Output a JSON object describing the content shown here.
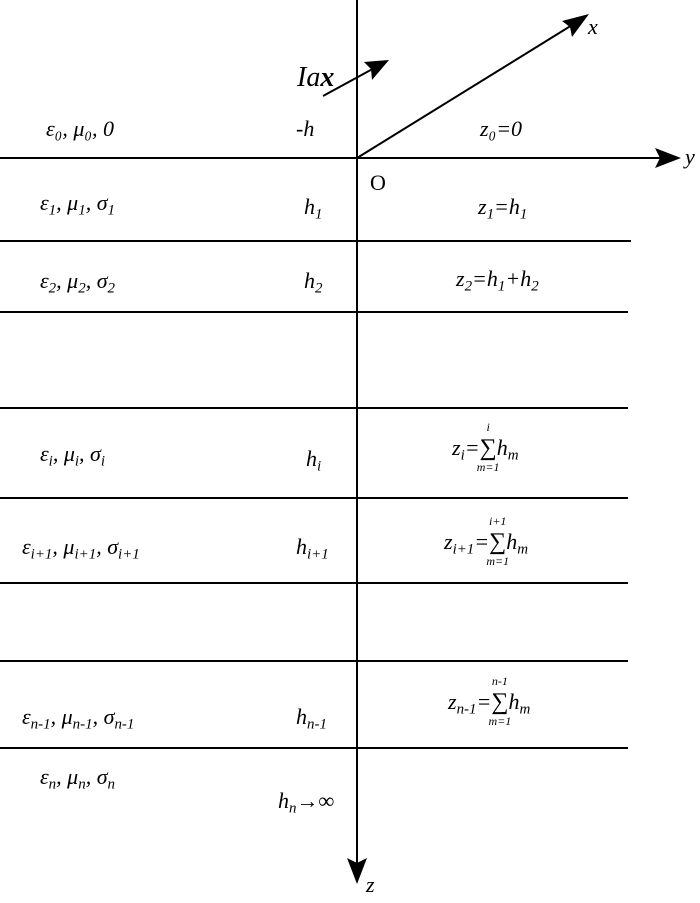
{
  "axes": {
    "x": "x",
    "y": "y",
    "z": "z",
    "origin": "O"
  },
  "source": {
    "label_prefix": "Ia",
    "label_vec": "x"
  },
  "layer0": {
    "props": "ε₀, μ₀, 0",
    "thickness": "-h",
    "boundary": "z₀=0"
  },
  "layers": [
    {
      "props_html": "ε<sub>1</sub>, μ<sub>1</sub>, σ<sub>1</sub>",
      "thick_html": "h<sub>1</sub>",
      "bound_html": "z<sub>1</sub>=h<sub>1</sub>"
    },
    {
      "props_html": "ε<sub>2</sub>, μ<sub>2</sub>, σ<sub>2</sub>",
      "thick_html": "h<sub>2</sub>",
      "bound_html": "z<sub>2</sub>=h<sub>1</sub>+h<sub>2</sub>"
    },
    {
      "props_html": "ε<sub>i</sub>, μ<sub>i</sub>, σ<sub>i</sub>",
      "thick_html": "h<sub>i</sub>",
      "bound_sub": "i",
      "bound_top": "i"
    },
    {
      "props_html": "ε<sub>i+1</sub>, μ<sub>i+1</sub>, σ<sub>i+1</sub>",
      "thick_html": "h<sub>i+1</sub>",
      "bound_sub": "i+1",
      "bound_top": "i+1"
    },
    {
      "props_html": "ε<sub>n-1</sub>, μ<sub>n-1</sub>, σ<sub>n-1</sub>",
      "thick_html": "h<sub>n-1</sub>",
      "bound_sub": "n-1",
      "bound_top": "n-1"
    },
    {
      "props_html": "ε<sub>n</sub>, μ<sub>n</sub>, σ<sub>n</sub>",
      "thick_html": "h<sub>n</sub>→∞"
    }
  ],
  "sum_bottom": "m=1",
  "sum_term_html": "h<sub>m</sub>"
}
